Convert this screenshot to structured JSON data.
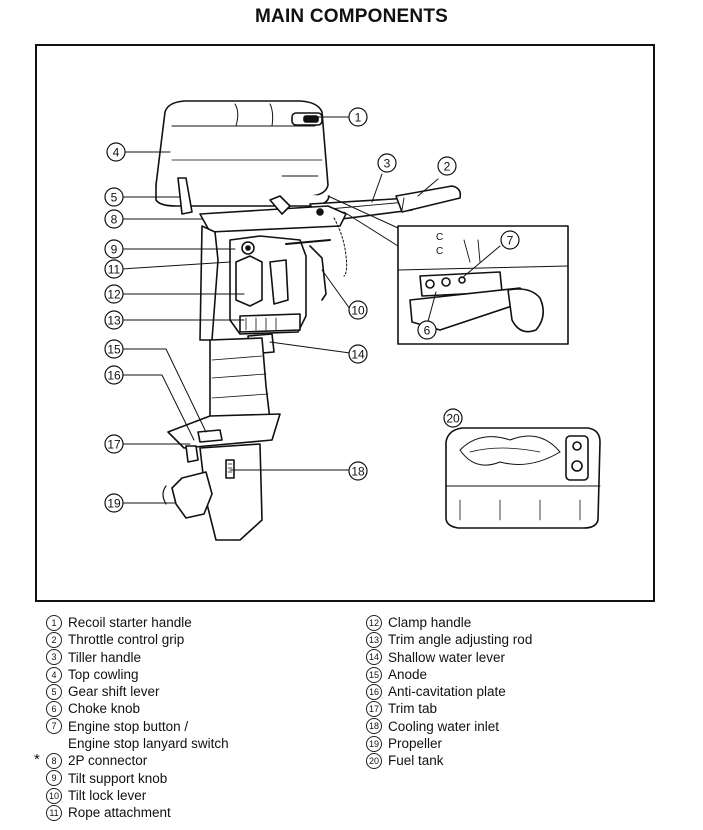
{
  "title": "MAIN COMPONENTS",
  "callouts": [
    "1",
    "2",
    "3",
    "4",
    "5",
    "6",
    "7",
    "8",
    "9",
    "10",
    "11",
    "12",
    "13",
    "14",
    "15",
    "16",
    "17",
    "18",
    "19",
    "20"
  ],
  "legend_left": [
    {
      "num": "1",
      "label": "Recoil starter handle"
    },
    {
      "num": "2",
      "label": "Throttle control grip"
    },
    {
      "num": "3",
      "label": "Tiller handle"
    },
    {
      "num": "4",
      "label": "Top cowling"
    },
    {
      "num": "5",
      "label": "Gear shift lever"
    },
    {
      "num": "6",
      "label": "Choke knob"
    },
    {
      "num": "7",
      "label": "Engine stop button /"
    },
    {
      "num": "",
      "label": "Engine stop lanyard switch"
    },
    {
      "num": "8",
      "label": "2P connector",
      "marker": "*"
    },
    {
      "num": "9",
      "label": "Tilt support knob"
    },
    {
      "num": "10",
      "label": "Tilt lock lever"
    },
    {
      "num": "11",
      "label": "Rope attachment"
    }
  ],
  "legend_right": [
    {
      "num": "12",
      "label": "Clamp handle"
    },
    {
      "num": "13",
      "label": "Trim angle adjusting rod"
    },
    {
      "num": "14",
      "label": "Shallow water lever"
    },
    {
      "num": "15",
      "label": "Anode"
    },
    {
      "num": "16",
      "label": "Anti-cavitation plate"
    },
    {
      "num": "17",
      "label": "Trim tab"
    },
    {
      "num": "18",
      "label": "Cooling water inlet"
    },
    {
      "num": "19",
      "label": "Propeller"
    },
    {
      "num": "20",
      "label": "Fuel tank"
    }
  ],
  "inset_marks": [
    "C",
    "C"
  ]
}
